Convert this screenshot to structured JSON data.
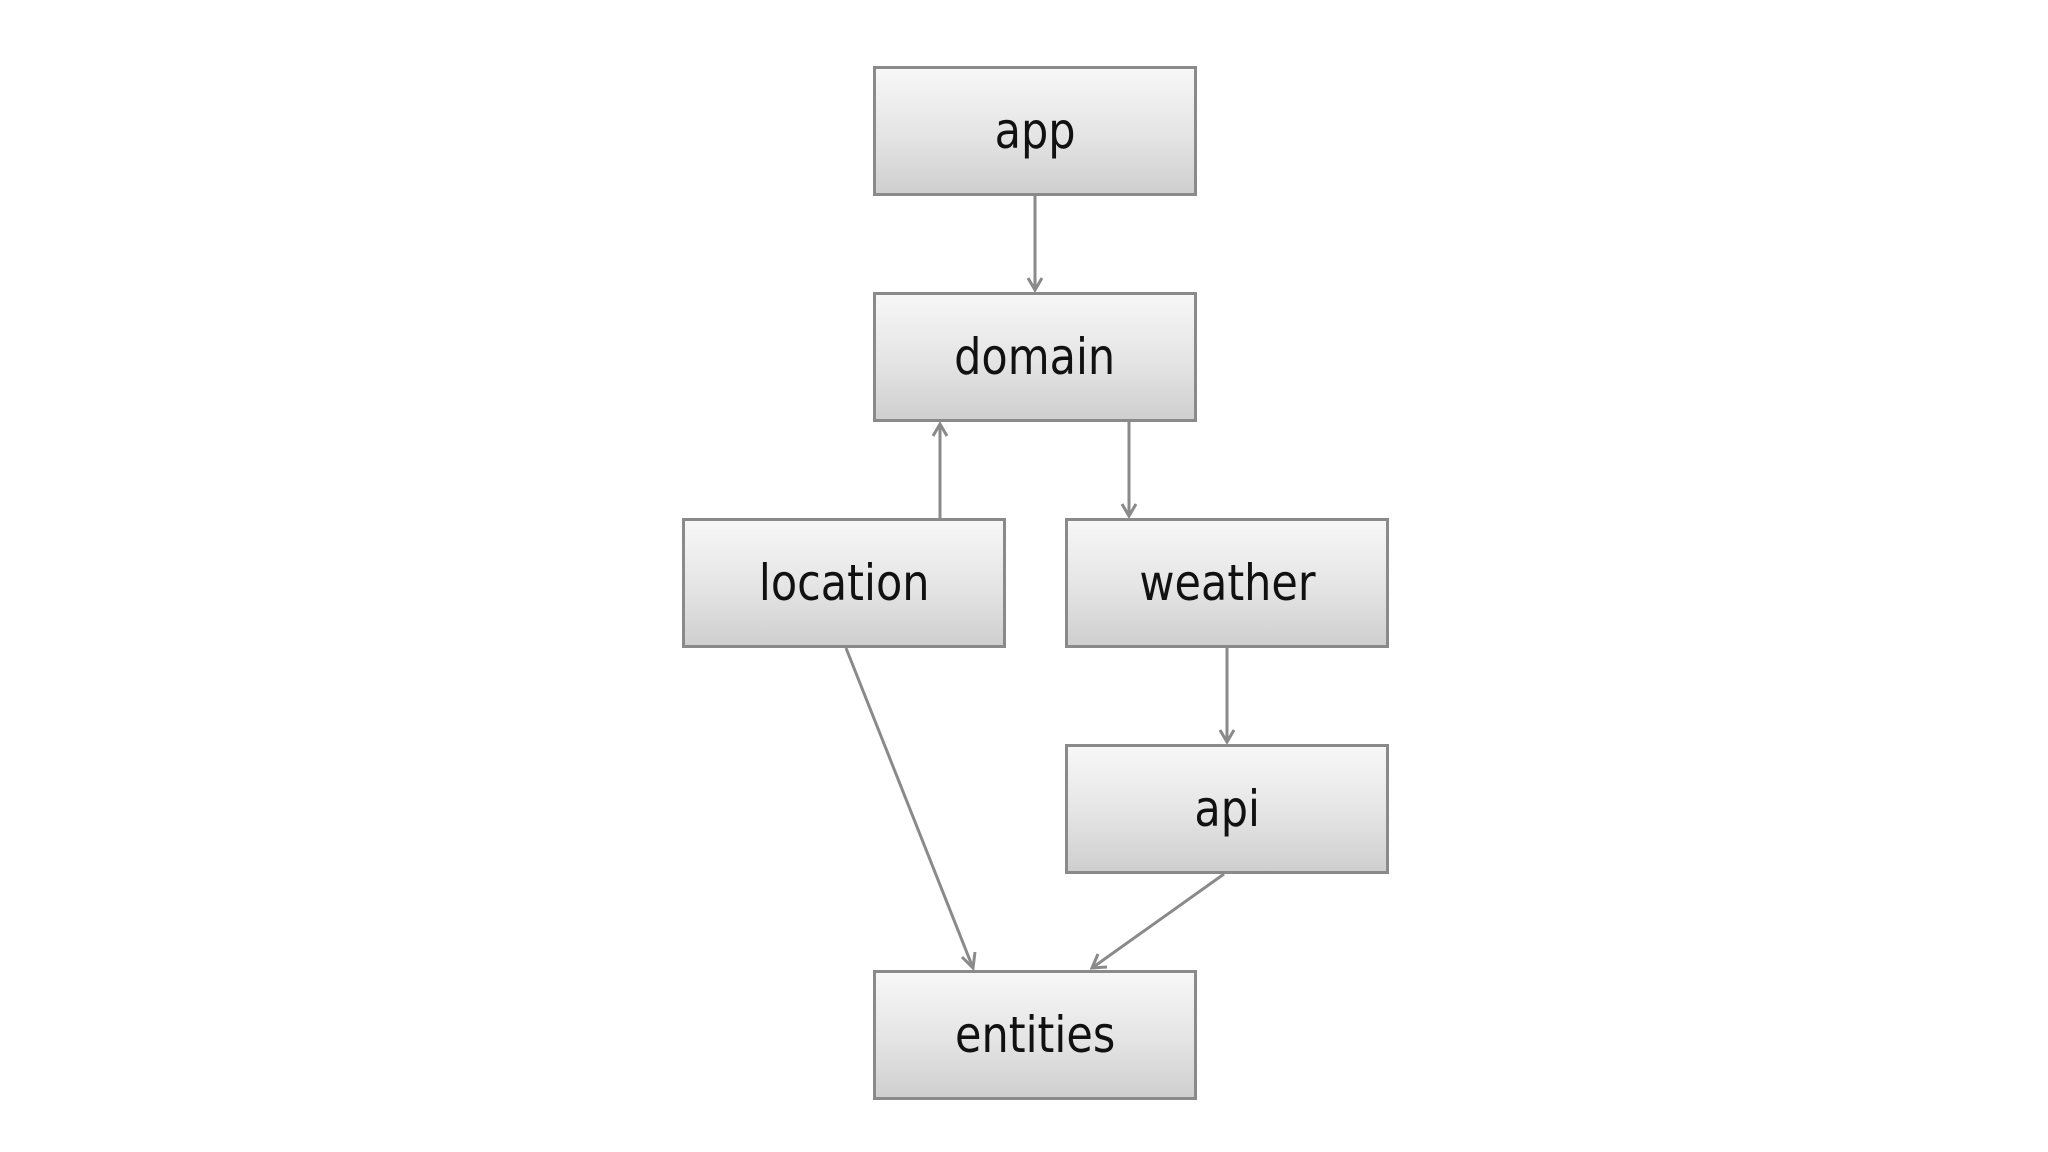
{
  "diagram": {
    "nodes": [
      {
        "id": "app",
        "label": "app"
      },
      {
        "id": "domain",
        "label": "domain"
      },
      {
        "id": "location",
        "label": "location"
      },
      {
        "id": "weather",
        "label": "weather"
      },
      {
        "id": "api",
        "label": "api"
      },
      {
        "id": "entities",
        "label": "entities"
      }
    ],
    "edges": [
      {
        "from": "app",
        "to": "domain"
      },
      {
        "from": "location",
        "to": "domain"
      },
      {
        "from": "domain",
        "to": "weather"
      },
      {
        "from": "weather",
        "to": "api"
      },
      {
        "from": "location",
        "to": "entities"
      },
      {
        "from": "api",
        "to": "entities"
      }
    ],
    "colors": {
      "node_border": "#8a8a8a",
      "node_fill_top": "#f7f7f7",
      "node_fill_bottom": "#cfcfcf",
      "edge": "#8a8a8a",
      "text": "#111111",
      "background": "#ffffff"
    }
  }
}
